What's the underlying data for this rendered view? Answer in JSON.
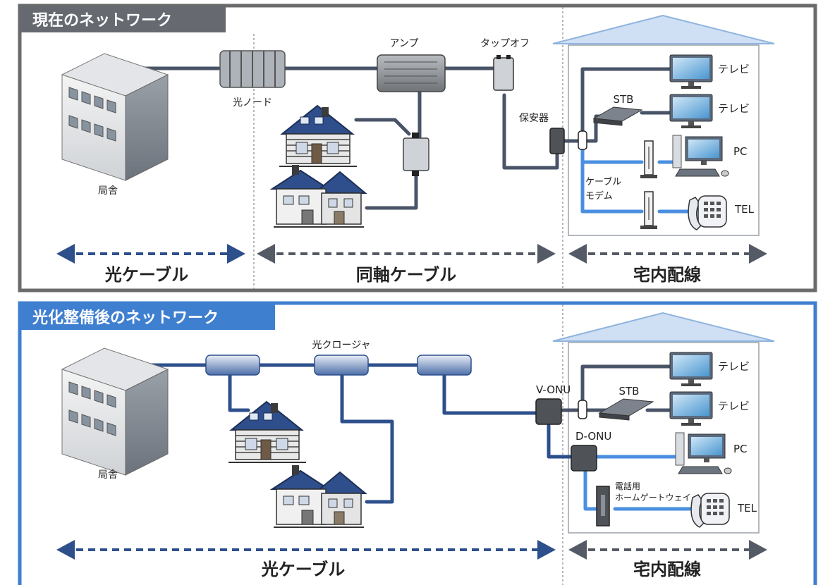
{
  "top_panel": {
    "title": "現在のネットワーク",
    "labels": {
      "node": "光ノード",
      "amp": "アンプ",
      "tapoff": "タップオフ",
      "office": "局舎",
      "protector": "保安器",
      "stb": "STB",
      "tv1": "テレビ",
      "tv2": "テレビ",
      "pc": "PC",
      "tel": "TEL",
      "modem_line1": "ケーブル",
      "modem_line2": "モデム"
    },
    "segments": {
      "fiber": "光ケーブル",
      "coax": "同軸ケーブル",
      "indoor": "宅内配線"
    }
  },
  "bottom_panel": {
    "title": "光化整備後のネットワーク",
    "labels": {
      "closure": "光クロージャ",
      "office": "局舎",
      "vonu": "V-ONU",
      "donu": "D-ONU",
      "stb": "STB",
      "tv1": "テレビ",
      "tv2": "テレビ",
      "pc": "PC",
      "tel": "TEL",
      "gateway_line1": "電話用",
      "gateway_line2": "ホームゲートウェイ"
    },
    "segments": {
      "fiber": "光ケーブル",
      "indoor": "宅内配線"
    }
  },
  "colors": {
    "top_frame": "#6b6b6b",
    "bottom_frame": "#3f7fd0",
    "dark_cable": "#4a5468",
    "fiber_cable": "#2d4f8c",
    "light_cable": "#4a8fe0",
    "arrow_fiber": "#2d4f8c",
    "arrow_gray": "#555b66"
  }
}
